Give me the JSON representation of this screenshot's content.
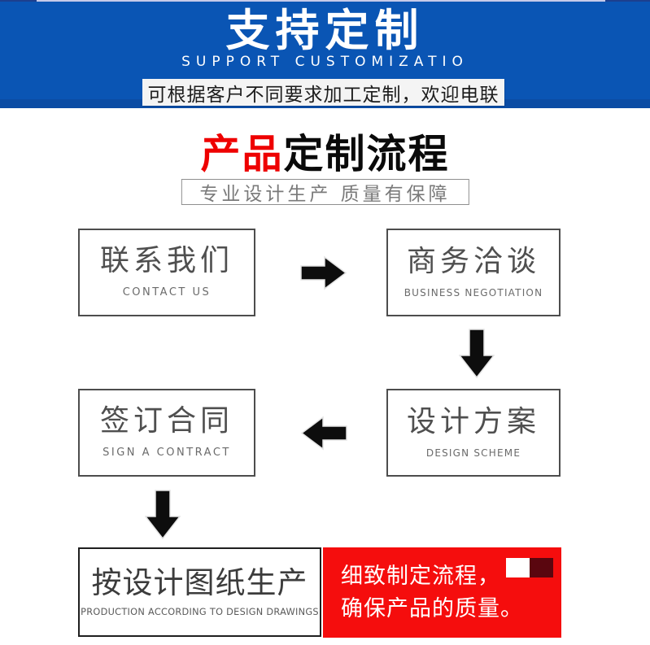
{
  "banner": {
    "title": "支持定制",
    "subtitle": "SUPPORT CUSTOMIZATIO",
    "tagline": "可根据客户不同要求加工定制，欢迎电联",
    "bg_color": "#0a55b4",
    "shade_color": "#0b4ca4"
  },
  "section": {
    "title_red": "产品",
    "title_black": "定制流程",
    "title_red_color": "#ee0000",
    "subtitle": "专业设计生产 质量有保障"
  },
  "flow": {
    "steps": [
      {
        "zh": "联系我们",
        "en": "CONTACT US"
      },
      {
        "zh": "商务洽谈",
        "en": "BUSINESS NEGOTIATION"
      },
      {
        "zh": "签订合同",
        "en": "SIGN A CONTRACT"
      },
      {
        "zh": "设计方案",
        "en": "DESIGN SCHEME"
      },
      {
        "zh": "按设计图纸生产",
        "en": "PRODUCTION ACCORDING TO DESIGN DRAWINGS"
      }
    ],
    "note": {
      "line1": "细致制定流程，",
      "line2": "确保产品的质量。",
      "bg_color": "#f50d0d",
      "accent_dark_color": "#5a060f",
      "accent_light_color": "#ffffff"
    },
    "arrow_color": "#0d0d0d"
  }
}
